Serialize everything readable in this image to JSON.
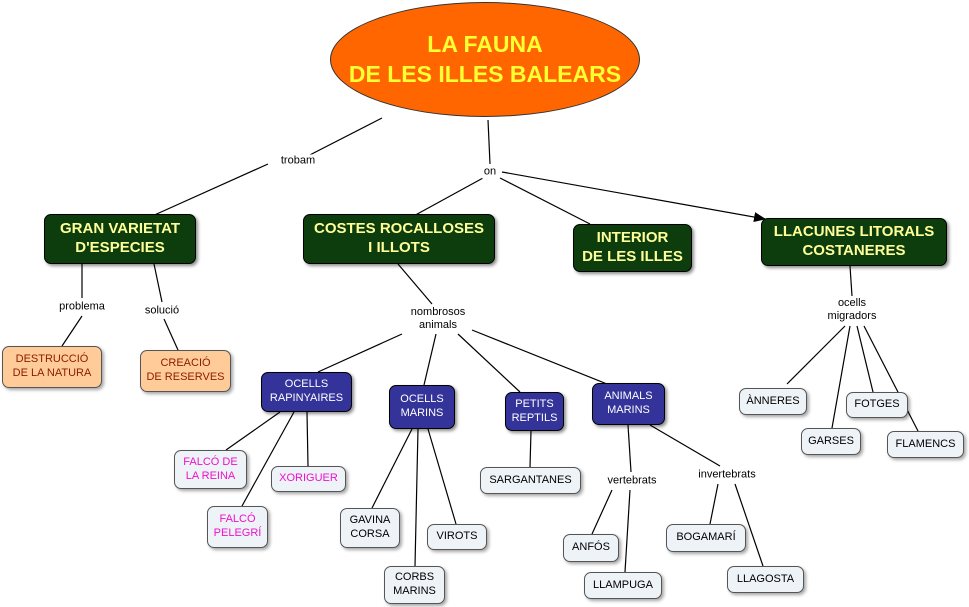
{
  "diagram": {
    "title": "LA FAUNA\nDE LES ILLES BALEARS",
    "links": {
      "trobam": "trobam",
      "on": "on",
      "problema": "problema",
      "solucio": "solució",
      "nombrosos": "nombrosos\nanimals",
      "ocells_migradors": "ocells\nmigradors",
      "vertebrats": "vertebrats",
      "invertebrats": "invertebrats"
    },
    "nodes": {
      "gran_varietat": "GRAN VARIETAT\nD'ESPECIES",
      "costes": "COSTES ROCALLOSES\nI ILLOTS",
      "interior": "INTERIOR\nDE LES ILLES",
      "llacunes": "LLACUNES LITORALS\nCOSTANERES",
      "destruccio": "DESTRUCCIÓ\nDE LA NATURA",
      "creacio": "CREACIÓ\nDE RESERVES",
      "ocells_rapinyaires": "OCELLS\nRAPINYAIRES",
      "ocells_marins": "OCELLS\nMARINS",
      "petits_reptils": "PETITS\nREPTILS",
      "animals_marins": "ANIMALS\nMARINS",
      "falco_reina": "FALCÓ DE\nLA REINA",
      "xoriguer": "XORIGUER",
      "falco_pelegri": "FALCÓ\nPELEGRÍ",
      "gavina_corsa": "GAVINA\nCORSA",
      "virots": "VIROTS",
      "corbs_marins": "CORBS\nMARINS",
      "sargantanes": "SARGANTANES",
      "anfos": "ANFÓS",
      "llampuga": "LLAMPUGA",
      "bogamari": "BOGAMARÍ",
      "llagosta": "LLAGOSTA",
      "anneres": "ÀNNERES",
      "garses": "GARSES",
      "fotges": "FOTGES",
      "flamencs": "FLAMENCS"
    }
  }
}
